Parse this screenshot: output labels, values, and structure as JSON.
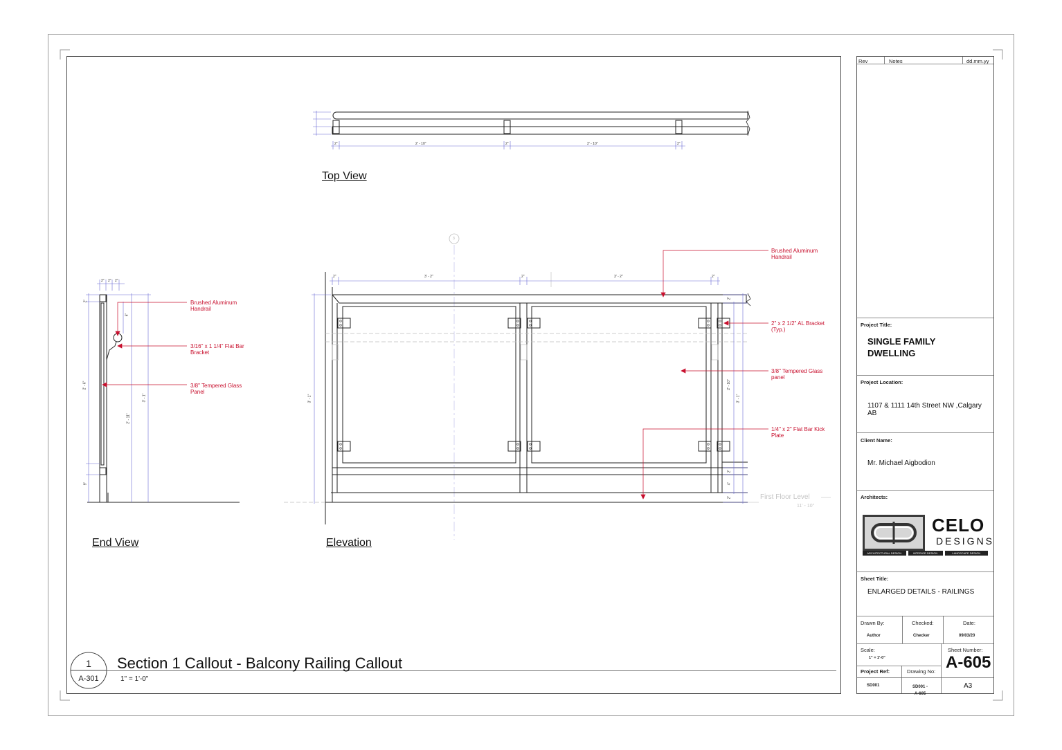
{
  "views": {
    "top_view": "Top View",
    "end_view": "End View",
    "elevation": "Elevation"
  },
  "dimensions": {
    "two_in": "2\"",
    "span_top": "2' - 10\"",
    "span_elev": "3' - 2\"",
    "four_in": "4\"",
    "six_in": "6\"",
    "nine_in": "9\"",
    "end_h1": "2' - 6\"",
    "end_h2": "2' - 11\"",
    "end_h3": "3' - 1\"",
    "elev_left": "3' - 1\"",
    "elev_r1": "2' - 10\"",
    "elev_r2": "3' - 1\""
  },
  "grid_bubble": "3",
  "end_view_notes": {
    "handrail": [
      "Brushed Aluminum",
      "Handrail"
    ],
    "bracket": [
      "3/16\" x 1 1/4\" Flat Bar",
      "Bracket"
    ],
    "glass": [
      "3/8\" Tempered Glass",
      "Panel"
    ]
  },
  "elevation_notes": {
    "handrail": [
      "Brushed Aluminum",
      "Handrail"
    ],
    "bracket": [
      "2\" x 2 1/2\" AL Bracket",
      "(Typ.)"
    ],
    "glass": [
      "3/8\" Tempered Glass",
      "panel"
    ],
    "kick": [
      "1/4\" x 2\" Flat Bar Kick",
      "Plate"
    ]
  },
  "level": {
    "name": "First Floor Level",
    "elevation": "11' - 10\""
  },
  "callout": {
    "number": "1",
    "sheet_ref": "A-301",
    "title": "Section 1 Callout - Balcony Railing Callout",
    "scale": "1\" = 1'-0\""
  },
  "title_block": {
    "rev_header": "Rev",
    "notes_header": "Notes",
    "date_header": "dd.mm.yy",
    "project_title_label": "Project Title:",
    "project_title": [
      "SINGLE FAMILY",
      "DWELLING"
    ],
    "project_location_label": "Project Location:",
    "project_location": [
      "1107 & 1111 14th Street NW ,Calgary",
      "AB"
    ],
    "client_name_label": "Client Name:",
    "client_name": "Mr. Michael Aigbodion",
    "architects_label": "Architects:",
    "logo_main": "CELO",
    "logo_sub": "DESIGNS",
    "logo_tags": [
      "ARCHITECTURAL DESIGN",
      "INTERIOR DESIGN",
      "LANDSCAPE DESIGN"
    ],
    "sheet_title_label": "Sheet Title:",
    "sheet_title": "ENLARGED DETAILS - RAILINGS",
    "drawn_by_label": "Drawn By:",
    "checked_label": "Checked:",
    "date_label": "Date:",
    "drawn_by": "Author",
    "checked": "Checker",
    "date": "09/03/20",
    "scale_label": "Scale:",
    "scale": "1\" = 1'-0\"",
    "sheet_number_label": "Sheet Number:",
    "sheet_number": "A-605",
    "project_ref_label": "Project Ref:",
    "drawing_no_label": "Drawing No:",
    "project_ref": "SD001",
    "drawing_no": [
      "SD001 -",
      "A-605"
    ],
    "paper_size": "A3"
  },
  "colors": {
    "line": "#1a1a1a",
    "dimension": "#6b6bd6",
    "annotation": "#c8102e",
    "faint": "#b8b8b8"
  }
}
